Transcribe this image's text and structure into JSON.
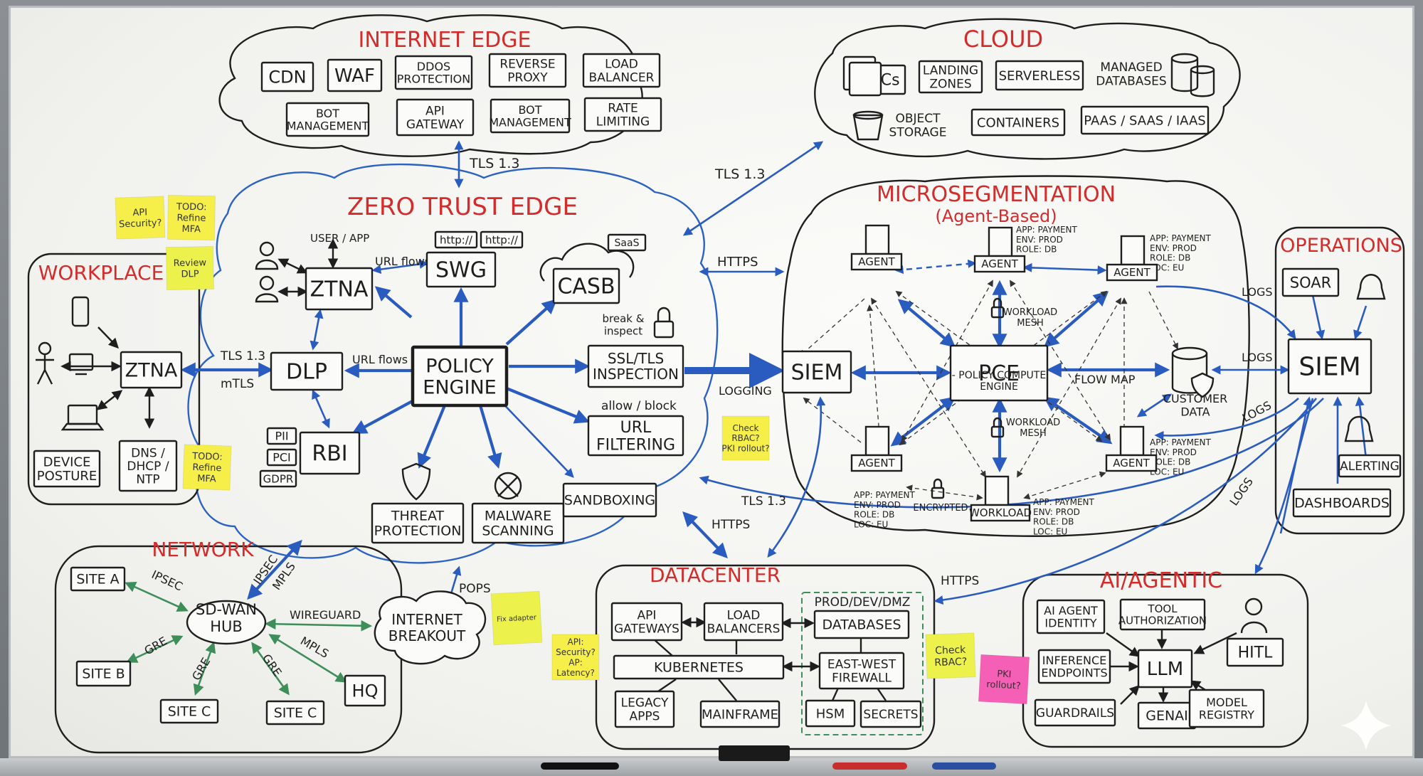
{
  "colors": {
    "heading_red": "#d42b2b",
    "arrow_blue": "#2a5cc0",
    "arrow_green": "#3e8e5a",
    "sticky_yellow": "#f6ef4a",
    "sticky_lime": "#ecf24b",
    "sticky_pink": "#f55fb5"
  },
  "regions": {
    "internet_edge": "INTERNET EDGE",
    "cloud": "CLOUD",
    "zero_trust": "ZERO TRUST EDGE",
    "microseg": "MICROSEGMENTATION",
    "microseg_sub": "(Agent-Based)",
    "workplace": "WORKPLACE",
    "operations": "OPERATIONS",
    "network": "NETWORK",
    "datacenter": "DATACENTER",
    "ai": "AI/AGENTIC"
  },
  "internet_edge": [
    "CDN",
    "WAF",
    "DDOS|PROTECTION",
    "REVERSE|PROXY",
    "LOAD|BALANCER",
    "BOT|MANAGEMENT",
    "API|GATEWAY",
    "BOT|MANAGEMENT",
    "RATE|LIMITING"
  ],
  "cloud": {
    "items": [
      "VPCs",
      "LANDING|ZONES",
      "SERVERLESS",
      "CONTAINERS",
      "PAAS / SAAS / IAAS"
    ],
    "managed_db": "MANAGED|DATABASES",
    "object_storage": "OBJECT|STORAGE"
  },
  "zero_trust": {
    "user_app": "USER / APP",
    "ztna": "ZTNA",
    "url_flows": "URL flows",
    "swg": "SWG",
    "http1": "http://",
    "http2": "http://",
    "saas": "SaaS",
    "casb": "CASB",
    "break_inspect": "break &|inspect",
    "policy_engine": "POLICY|ENGINE",
    "dlp": "DLP",
    "url_flows2": "URL flows",
    "ssl": "SSL/TLS|INSPECTION",
    "allow_block": "allow / block",
    "url_filter": "URL|FILTERING",
    "pii": "PII",
    "pci": "PCI",
    "gdpr": "GDPR",
    "rbi": "RBI",
    "threat": "THREAT|PROTECTION",
    "malware": "MALWARE|SCANNING",
    "sandbox": "SANDBOXING"
  },
  "workplace": {
    "ztna": "ZTNA",
    "device_posture": "DEVICE|POSTURE",
    "dns": "DNS /|DHCP /|NTP"
  },
  "microseg": {
    "agent": "AGENT",
    "pce": "PCE",
    "pce_sub": "- POLICY COMPUTE|ENGINE",
    "flow_map": "FLOW MAP",
    "workload_mesh": "WORKLOAD|MESH",
    "customer_data": "CUSTOMER|DATA",
    "encrypted": "ENCRYPTED",
    "workload": "WORKLOAD",
    "tags": "APP: PAYMENT|ENV: PROD|ROLE: DB|LOC: EU",
    "tags_short": "APP: PAYMENT|ENV: PROD|ROLE: DB"
  },
  "siem": "SIEM",
  "operations": {
    "soar": "SOAR",
    "siem": "SIEM",
    "alerting": "ALERTING",
    "dashboards": "DASHBOARDS"
  },
  "network": {
    "site_a": "SITE A",
    "site_b": "SITE B",
    "site_c1": "SITE C",
    "site_c2": "SITE C",
    "hub": "SD-WAN|HUB",
    "breakout": "INTERNET|BREAKOUT",
    "hq": "HQ",
    "ipsec": "IPSEC",
    "gre": "GRE",
    "wireguard": "WIREGUARD",
    "mpls": "MPLS",
    "pops": "POPS"
  },
  "datacenter": {
    "api_gw": "API|GATEWAYS",
    "lb": "LOAD|BALANCERS",
    "env": "PROD/DEV/DMZ",
    "databases": "DATABASES",
    "kubernetes": "KUBERNETES",
    "ew_firewall": "EAST-WEST|FIREWALL",
    "legacy": "LEGACY|APPS",
    "mainframe": "MAINFRAME",
    "hsm": "HSM",
    "secrets": "SECRETS"
  },
  "ai": {
    "agent_identity": "AI AGENT|IDENTITY",
    "tool_auth": "TOOL|AUTHORIZATION",
    "hitl": "HITL",
    "inference": "INFERENCE|ENDPOINTS",
    "llm": "LLM",
    "guardrails": "GUARDRAILS",
    "genai": "GENAI",
    "model_registry": "MODEL|REGISTRY"
  },
  "links": {
    "tls13": "TLS 1.3",
    "https": "HTTPS",
    "mtls": "mTLS",
    "logging": "LOGGING",
    "logs": "LOGS"
  },
  "notes": {
    "api_security": "API|Security?",
    "todo_mfa": "TODO:|Refine|MFA",
    "review_dlp": "Review|DLP",
    "todo_mfa2": "TODO:|Refine|MFA",
    "check_rbac_pki": "Check|RBAC?|PKI rollout?",
    "small": "Fix adapter",
    "api_latency": "API:|Security?|AP:|Latency?",
    "check_rbac": "Check|RBAC?",
    "pki_rollout": "PKI|rollout?"
  }
}
